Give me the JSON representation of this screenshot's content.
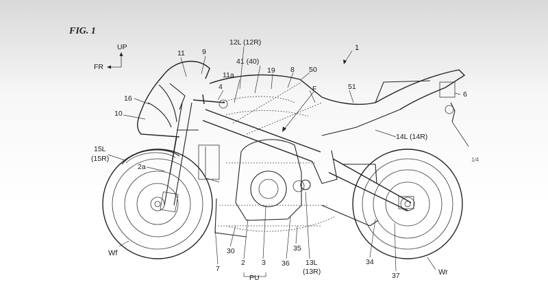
{
  "figure": {
    "title": "FIG. 1",
    "sheet_mark": "1/4"
  },
  "orientation": {
    "up": "UP",
    "front": "FR"
  },
  "labels": {
    "l1": "1",
    "l11": "11",
    "l9": "9",
    "l12": "12L (12R)",
    "l41": "41 (40)",
    "l11a": "11a",
    "l19": "19",
    "l8": "8",
    "l50": "50",
    "l4": "4",
    "lF": "F",
    "l51": "51",
    "l6": "6",
    "l16": "16",
    "l10": "10",
    "l14": "14L (14R)",
    "l15a": "15L",
    "l15b": "(15R)",
    "l2a": "2a",
    "lWf": "Wf",
    "l30": "30",
    "l7": "7",
    "l2": "2",
    "l3": "3",
    "lPU": "PU",
    "l35": "35",
    "l36": "36",
    "l13a": "13L",
    "l13b": "(13R)",
    "l34": "34",
    "l37": "37",
    "lWr": "Wr"
  }
}
